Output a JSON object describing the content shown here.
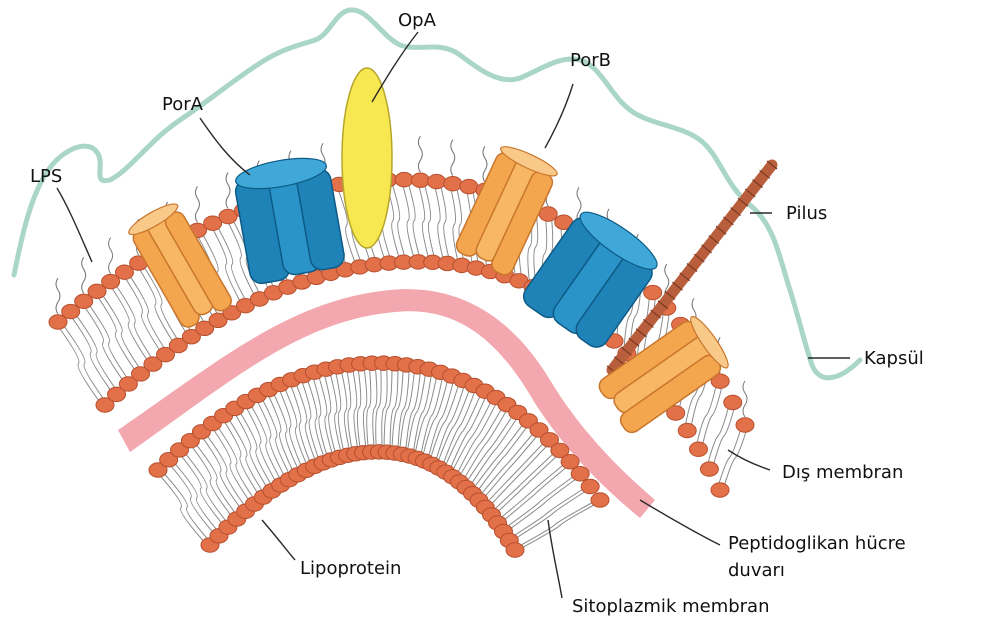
{
  "labels": {
    "lps": "LPS",
    "pora": "PorA",
    "opa": "OpA",
    "porb": "PorB",
    "pilus": "Pilus",
    "kapsul": "Kapsül",
    "dis_membran": "Dış membran",
    "peptidoglikan_line1": "Peptidoglikan hücre",
    "peptidoglikan_line2": "duvarı",
    "lipoprotein": "Lipoprotein",
    "sitoplazmik": "Sitoplazmik membran"
  },
  "colors": {
    "capsule": "#a9d6c6",
    "lipid_head": "#e2714a",
    "lipid_head_stroke": "#b74f2e",
    "tails": "#8a8a8a",
    "peptidoglycan": "#f3a7ae",
    "pora": "#1f83b8",
    "porb": "#f4a64e",
    "opa": "#f7e851",
    "pilus": "#b95e3d"
  }
}
